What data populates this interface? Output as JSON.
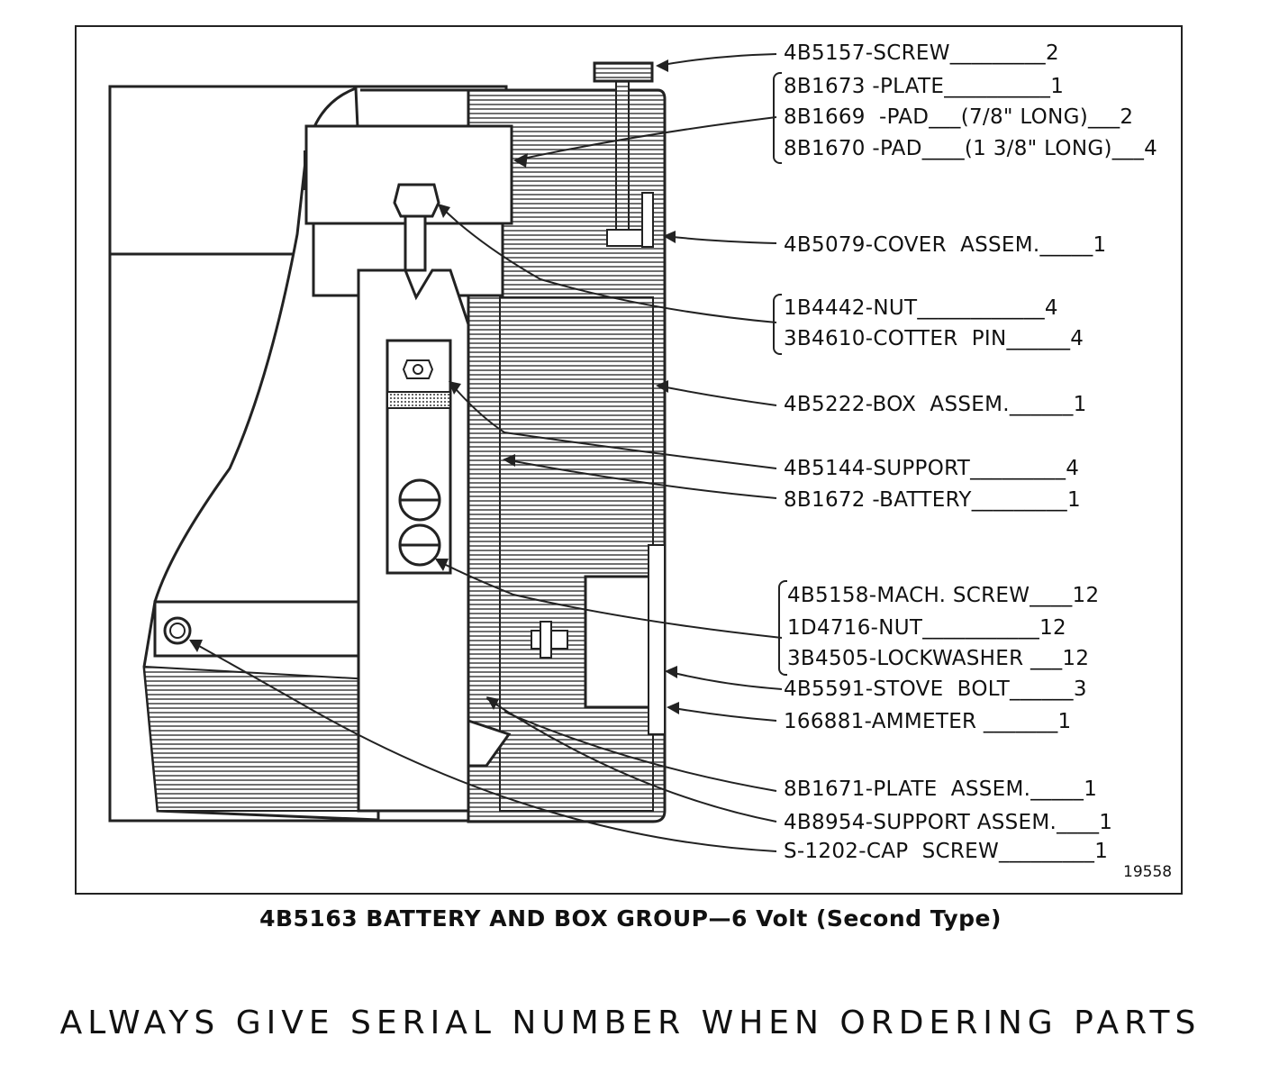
{
  "parts": [
    {
      "number": "4B5157",
      "name": "SCREW",
      "qty": "2",
      "label": "4B5157-SCREW_________2"
    },
    {
      "number": "8B1673",
      "name": "PLATE",
      "qty": "1",
      "label": "8B1673 -PLATE__________1"
    },
    {
      "number": "8B1669",
      "name": "PAD",
      "qty": "2",
      "label": "8B1669  -PAD___(7/8\" LONG)___2"
    },
    {
      "number": "8B1670",
      "name": "PAD",
      "qty": "4",
      "label": "8B1670 -PAD____(1 3/8\" LONG)___4"
    },
    {
      "number": "4B5079",
      "name": "COVER ASSEM.",
      "qty": "1",
      "label": "4B5079-COVER  ASSEM._____1"
    },
    {
      "number": "1B4442",
      "name": "NUT",
      "qty": "4",
      "label": "1B4442-NUT____________4"
    },
    {
      "number": "3B4610",
      "name": "COTTER PIN",
      "qty": "4",
      "label": "3B4610-COTTER  PIN______4"
    },
    {
      "number": "4B5222",
      "name": "BOX ASSEM.",
      "qty": "1",
      "label": "4B5222-BOX  ASSEM.______1"
    },
    {
      "number": "4B5144",
      "name": "SUPPORT",
      "qty": "4",
      "label": "4B5144-SUPPORT_________4"
    },
    {
      "number": "8B1672",
      "name": "BATTERY",
      "qty": "1",
      "label": "8B1672 -BATTERY_________1"
    },
    {
      "number": "4B5158",
      "name": "MACH. SCREW",
      "qty": "12",
      "label": "4B5158-MACH. SCREW____12"
    },
    {
      "number": "1D4716",
      "name": "NUT",
      "qty": "12",
      "label": "1D4716-NUT___________12"
    },
    {
      "number": "3B4505",
      "name": "LOCKWASHER",
      "qty": "12",
      "label": "3B4505-LOCKWASHER ___12"
    },
    {
      "number": "4B5591",
      "name": "STOVE BOLT",
      "qty": "3",
      "label": "4B5591-STOVE  BOLT______3"
    },
    {
      "number": "166881",
      "name": "AMMETER",
      "qty": "1",
      "label": "166881-AMMETER _______1"
    },
    {
      "number": "8B1671",
      "name": "PLATE ASSEM.",
      "qty": "1",
      "label": "8B1671-PLATE  ASSEM._____1"
    },
    {
      "number": "4B8954",
      "name": "SUPPORT ASSEM.",
      "qty": "1",
      "label": "4B8954-SUPPORT ASSEM.____1"
    },
    {
      "number": "S-1202",
      "name": "CAP SCREW",
      "qty": "1",
      "label": "S-1202-CAP  SCREW_________1"
    }
  ],
  "figure_number": "19558",
  "caption": "4B5163  BATTERY AND BOX GROUP—6 Volt (Second Type)",
  "footer": "ALWAYS GIVE SERIAL NUMBER WHEN ORDERING PARTS"
}
